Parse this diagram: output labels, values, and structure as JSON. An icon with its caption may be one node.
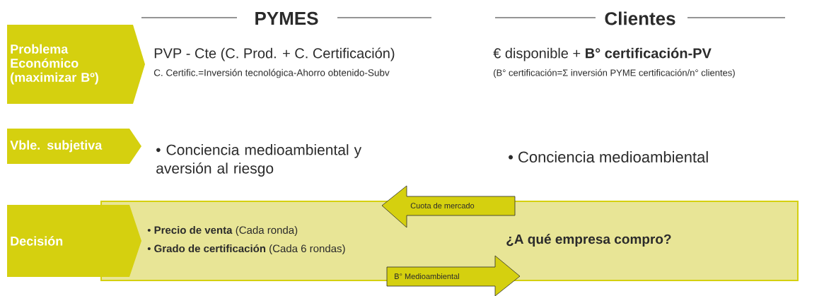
{
  "diagram": {
    "nodes": [
      {
        "text": [
          "Problema Económico (maximizar Bº)"
        ]
      },
      {
        "text": [
          "Vble. subjetiva"
        ]
      },
      {
        "text": [
          "Decisión"
        ]
      },
      {
        "text": [
          "¿A qué empresa compro?"
        ]
      },
      {
        "text": [
          "Cuota de mercado"
        ]
      },
      {
        "text": [
          "B° Medioambiental"
        ]
      }
    ],
    "labels": [
      "PYMES",
      "Clientes",
      "PVP - Cte (C. Prod. + C. Certificación)",
      "C. Certific.=Inversión tecnológica-Ahorro obtenido-Subv",
      "€ disponible + **B° certificación-PV**",
      "(B° certificación=Σ inversión PYME certificación/n° clientes)",
      "• Conciencia medioambiental y aversión al riesgo",
      "• Conciencia medioambiental",
      "• **Precio de venta** (Cada ronda)",
      "• **Grado de certificación** (Cada 6 rondas)"
    ]
  }
}
